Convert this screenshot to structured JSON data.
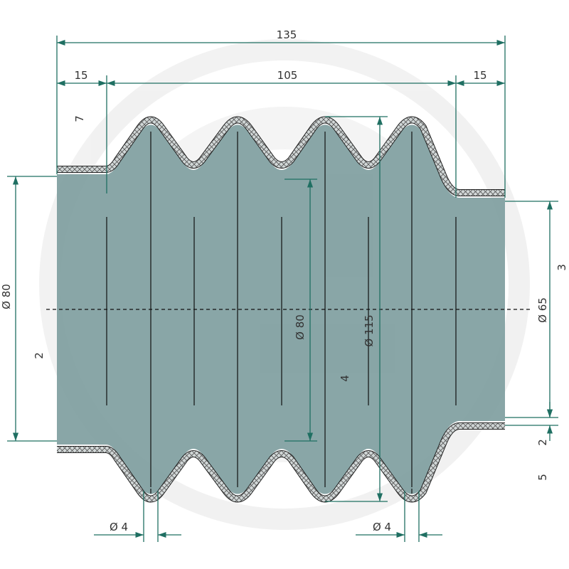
{
  "drawing": {
    "dimensions": {
      "overall_length": "135",
      "left_collar_length": "15",
      "bellows_length": "105",
      "right_collar_length": "15",
      "left_inner_diameter": "Ø 80",
      "inner_fold_diameter": "Ø 80",
      "outer_fold_diameter": "Ø 115",
      "right_inner_diameter": "Ø 65",
      "hole_diameter_left": "Ø 4",
      "hole_diameter_right": "Ø 4"
    },
    "callouts": {
      "c7": "7",
      "c2_left": "2",
      "c4": "4",
      "c3": "3",
      "c2_right": "2",
      "c5": "5"
    },
    "colors": {
      "body_fill": "#7f9ea0",
      "dimension_line": "#1f6f62",
      "outline": "#222222",
      "hatch": "#cfd5d5",
      "watermark": "#ececec"
    }
  }
}
